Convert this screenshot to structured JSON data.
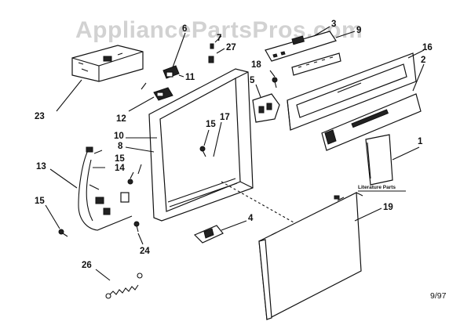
{
  "watermark": "AppliancePartsPros.com",
  "callouts": {
    "c1": "1",
    "c2": "2",
    "c3": "3",
    "c4": "4",
    "c5": "5",
    "c6": "6",
    "c7": "7",
    "c8": "8",
    "c9": "9",
    "c10": "10",
    "c11": "11",
    "c12": "12",
    "c13": "13",
    "c14": "14",
    "c15a": "15",
    "c15b": "15",
    "c15c": "15",
    "c16": "16",
    "c17": "17",
    "c18": "18",
    "c19": "19",
    "c23": "23",
    "c24": "24",
    "c26": "26",
    "c27": "27"
  },
  "literature_label": "Literature Parts",
  "date_code": "9/97"
}
